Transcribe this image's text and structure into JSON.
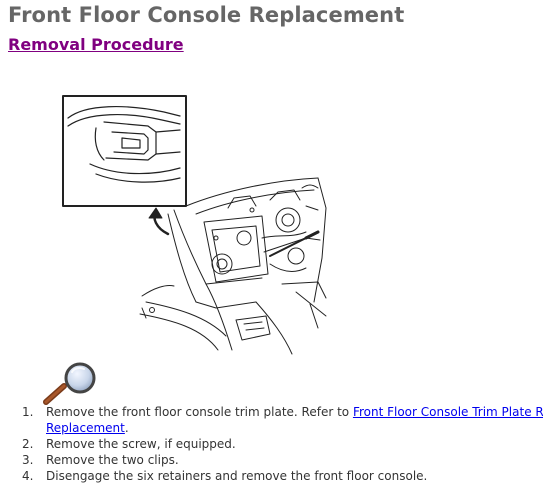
{
  "header": {
    "title": "Front Floor Console Replacement",
    "subtitle": "Removal Procedure"
  },
  "figure": {
    "icon": "magnifier-icon"
  },
  "steps": [
    {
      "number": "1.",
      "text": "Remove the front floor console trim plate. Refer to ",
      "link": "Front Floor Console Trim Plate Replacement",
      "after": "."
    },
    {
      "number": "2.",
      "text": "Remove the screw, if equipped."
    },
    {
      "number": "3.",
      "text": "Remove the two clips."
    },
    {
      "number": "4.",
      "text": "Disengage the six retainers and remove the front floor console."
    }
  ],
  "colors": {
    "title": "#666666",
    "subtitle": "#800080",
    "link": "#0000ee",
    "body_text": "#333333"
  }
}
